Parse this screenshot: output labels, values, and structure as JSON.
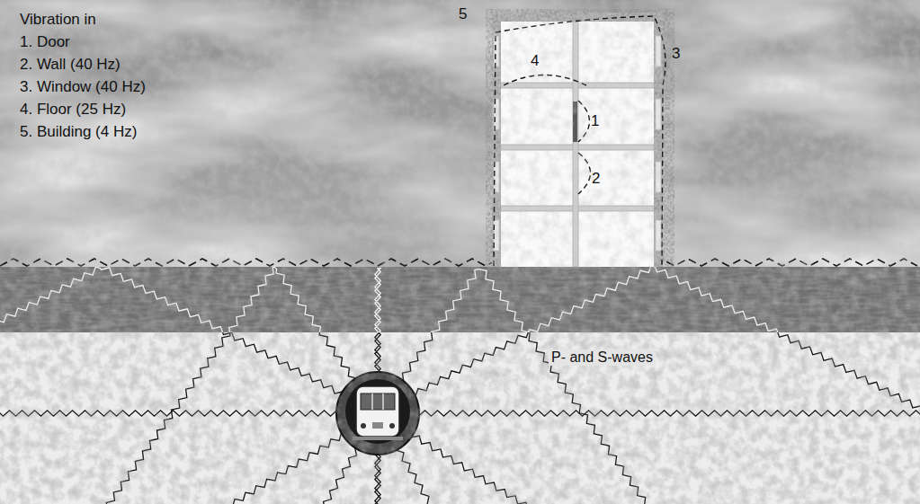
{
  "diagram": {
    "labels": [
      "Vibration in",
      "1. Door",
      "2. Wall (40 Hz)",
      "3. Window (40 Hz)",
      "4. Floor (25 Hz)",
      "5. Building (4 Hz)",
      "5",
      "4",
      "3",
      "1",
      "2",
      "P- and S-waves"
    ]
  }
}
